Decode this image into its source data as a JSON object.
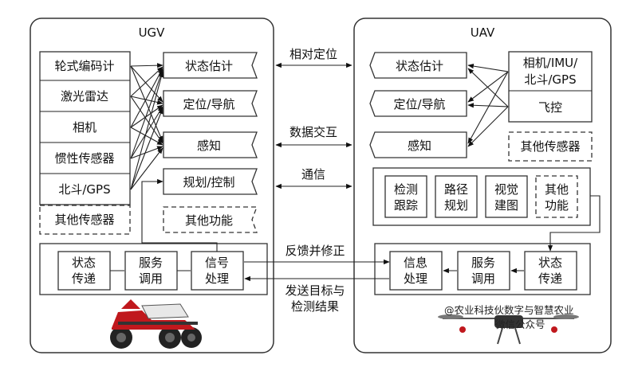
{
  "ugv": {
    "title": "UGV",
    "sensors": [
      "轮式编码计",
      "激光雷达",
      "相机",
      "惯性传感器",
      "北斗/GPS"
    ],
    "other_sensors": "其他传感器",
    "functions": [
      "状态估计",
      "定位/导航",
      "感知",
      "规划/控制"
    ],
    "other_functions": "其他功能",
    "bottom": [
      [
        "状态",
        "传递"
      ],
      [
        "服务",
        "调用"
      ],
      [
        "信号",
        "处理"
      ]
    ]
  },
  "uav": {
    "title": "UAV",
    "functions": [
      "状态估计",
      "定位/导航",
      "感知"
    ],
    "sensor1": [
      "相机/IMU/",
      "北斗/GPS"
    ],
    "flight_control": "飞控",
    "other_sensors": "其他传感器",
    "tasks": [
      [
        "检测",
        "跟踪"
      ],
      [
        "路径",
        "规划"
      ],
      [
        "视觉",
        "建图"
      ],
      [
        "其他",
        "功能"
      ]
    ],
    "bottom": [
      [
        "信息",
        "处理"
      ],
      [
        "服务",
        "调用"
      ],
      [
        "状态",
        "传递"
      ]
    ]
  },
  "links": {
    "relative_positioning": "相对定位",
    "data_exchange": "数据交互",
    "communication": "通信",
    "feedback": "反馈并修正",
    "send_target": [
      "发送目标与",
      "检测结果"
    ]
  },
  "watermark": [
    "@农业科技伙数字与智慧农业",
    "微信公众号"
  ]
}
